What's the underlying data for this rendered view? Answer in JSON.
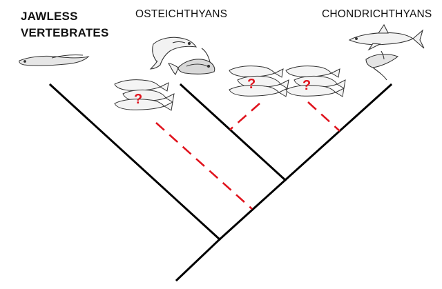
{
  "groups": {
    "jawless_line1": "JAWLESS",
    "jawless_line2": "VERTEBRATES",
    "osteichthyans": "OSTEICHTHYANS",
    "chondrichthyans": "CHONDRICHTHYANS"
  },
  "unknown_marker": "?",
  "colors": {
    "tree_line": "#000000",
    "uncertain_branch": "#e0141e",
    "question_mark": "#e0141e",
    "fish_outline": "#333333"
  },
  "icons": [
    "lamprey-icon",
    "bony-fish-pair-icon",
    "placoderm-group-icon",
    "shark-and-ray-icon"
  ]
}
